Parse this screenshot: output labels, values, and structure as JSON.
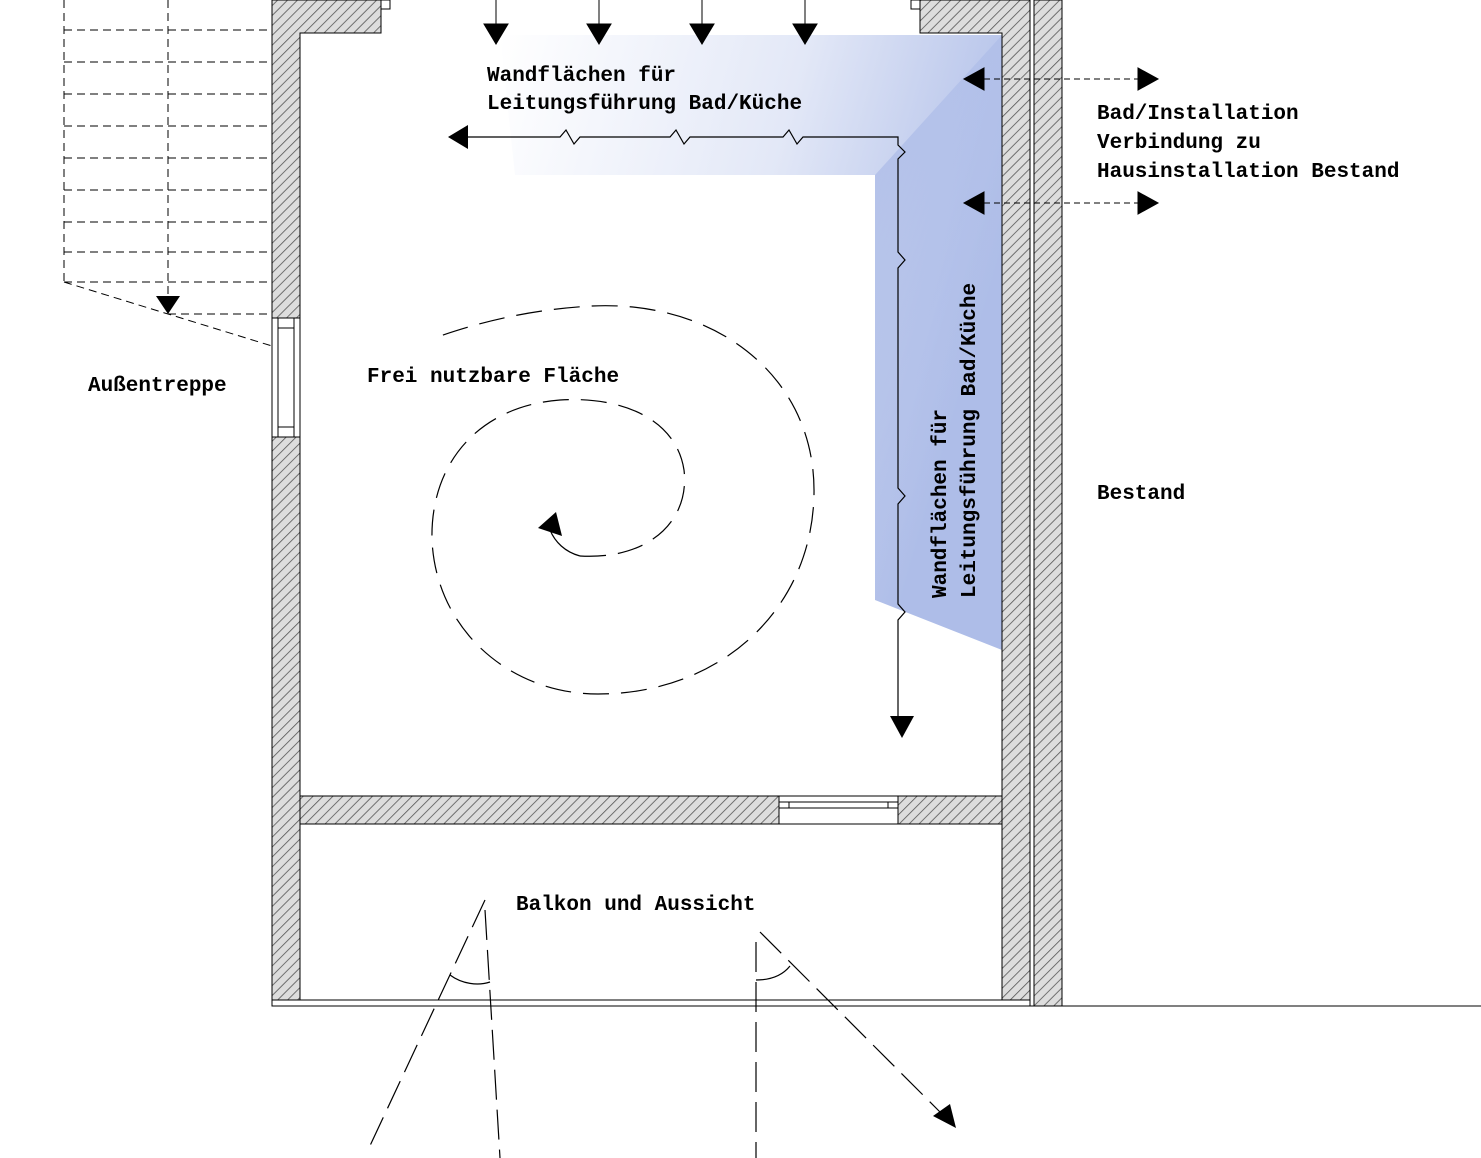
{
  "labels": {
    "wall_surfaces_top_line1": "Wandflächen für",
    "wall_surfaces_top_line2": "Leitungsführung Bad/Küche",
    "wall_surfaces_right_line1": "Wandflächen für",
    "wall_surfaces_right_line2": "Leitungsführung Bad/Küche",
    "installation_line1": "Bad/Installation",
    "installation_line2": "Verbindung zu",
    "installation_line3": "Hausinstallation Bestand",
    "free_area": "Frei nutzbare Fläche",
    "outdoor_stair": "Außentreppe",
    "existing": "Bestand",
    "balcony": "Balkon und Aussicht"
  },
  "colors": {
    "wall_hatch": "#555555",
    "wall_fill": "#dddddd",
    "installation_zone": "#aebde8",
    "line": "#000000",
    "background": "#ffffff"
  }
}
